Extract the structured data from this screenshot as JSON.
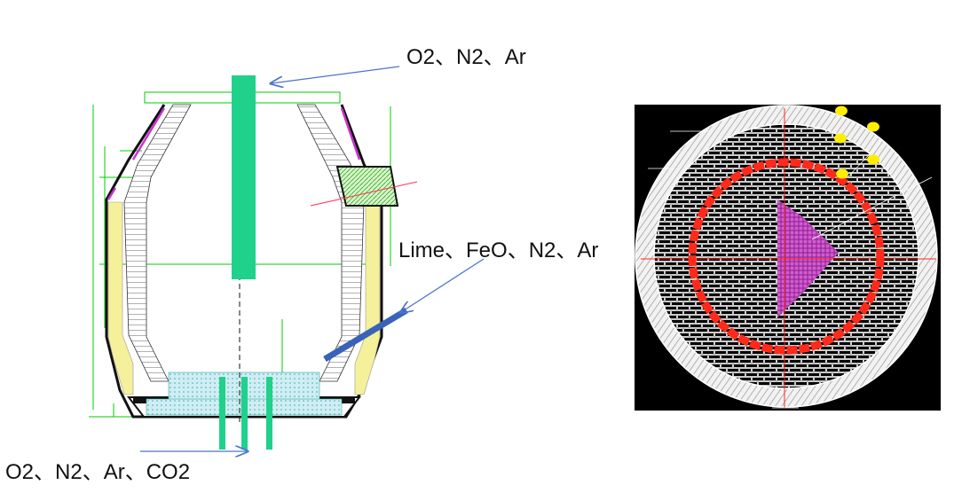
{
  "labels": {
    "top_lance": "O2、N2、Ar",
    "side_injection": "Lime、FeO、N2、Ar",
    "bottom_blowing": "O2、N2、Ar、CO2"
  },
  "colors": {
    "lance": "#1fd18a",
    "arrow": "#4a74c9",
    "side_tuyere": "#3a62b8",
    "cad_green": "#00cc00",
    "lining_yellow": "#f5f09a",
    "bath": "#cfeef4",
    "plan_background": "#000000",
    "plan_ring": "#ffffff",
    "plan_red": "#ff2a1a",
    "plan_magenta": "#cc44cc",
    "plan_yellow": "#ffee00"
  },
  "icons": [
    "converter-section-drawing",
    "bottom-plan-drawing"
  ]
}
